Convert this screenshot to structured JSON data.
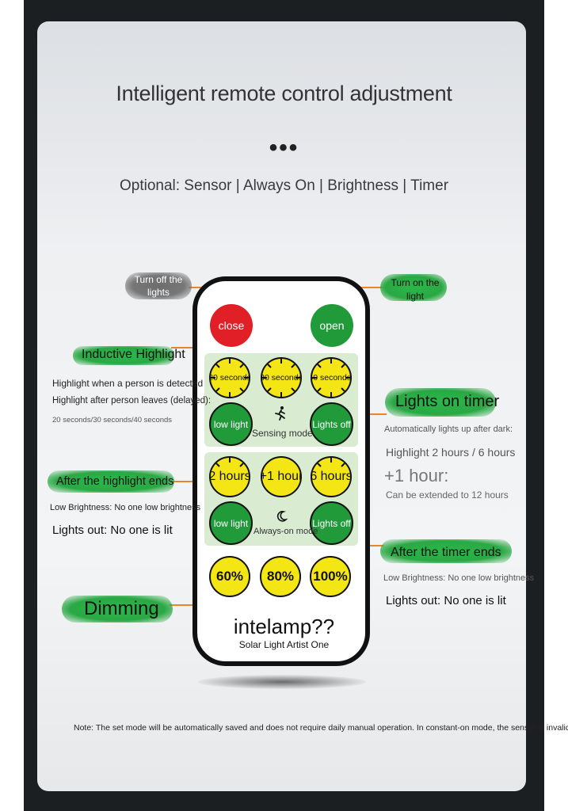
{
  "header": {
    "title": "Intelligent remote control adjustment",
    "dots": "•••",
    "subtitle": "Optional: Sensor | Always On | Brightness | Timer"
  },
  "callouts": {
    "turn_off": "Turn off the lights",
    "turn_on": "Turn on the light",
    "inductive_title": "Inductive Highlight",
    "inductive_line1": "Highlight when a person is detected",
    "inductive_line2": "Highlight after person leaves (delayed):",
    "inductive_line3": "20 seconds/30 seconds/40 seconds",
    "after_highlight_title": "After the highlight ends",
    "after_highlight_line1": "Low Brightness: No one low brightness",
    "after_highlight_line2": "Lights out: No one is lit",
    "dimming": "Dimming",
    "timer_title": "Lights on timer",
    "timer_line1": "Automatically lights up after dark:",
    "timer_line2": "Highlight 2 hours / 6 hours",
    "timer_line3": "+1 hour:",
    "timer_line4": "Can be extended to 12 hours",
    "after_timer_title": "After the timer ends",
    "after_timer_line1": "Low Brightness: No one low brightness",
    "after_timer_line2": "Lights out: No one is lit"
  },
  "remote": {
    "close": "close",
    "open": "open",
    "sec20": "20 seconds",
    "sec30": "30 seconds",
    "sec40": "40 seconds-",
    "low_light_1": "low light",
    "lights_off_1": "Lights off",
    "sensing_mode": "Sensing mode",
    "hours2": "2 hours",
    "hour_plus1": "+1 hour",
    "hours6": "6 hours",
    "low_light_2": "low light",
    "lights_off_2": "Lights off",
    "always_on_mode": "Always-on mode",
    "pct60": "60%",
    "pct80": "80%",
    "pct100": "100%",
    "brand": "intelamp??",
    "brand_sub": "Solar Light Artist One"
  },
  "footer": {
    "note": "Note: The set mode will be automatically saved and does not require daily manual operation. In constant-on mode, the sensor is invalid."
  },
  "colors": {
    "frame": "#1c1f22",
    "red_button": "#e11f26",
    "green_button": "#219a3a",
    "yellow_button": "#f4e614",
    "panel": "#d9ecd2",
    "connector": "#e8862e",
    "label_green": "#2aa844"
  }
}
